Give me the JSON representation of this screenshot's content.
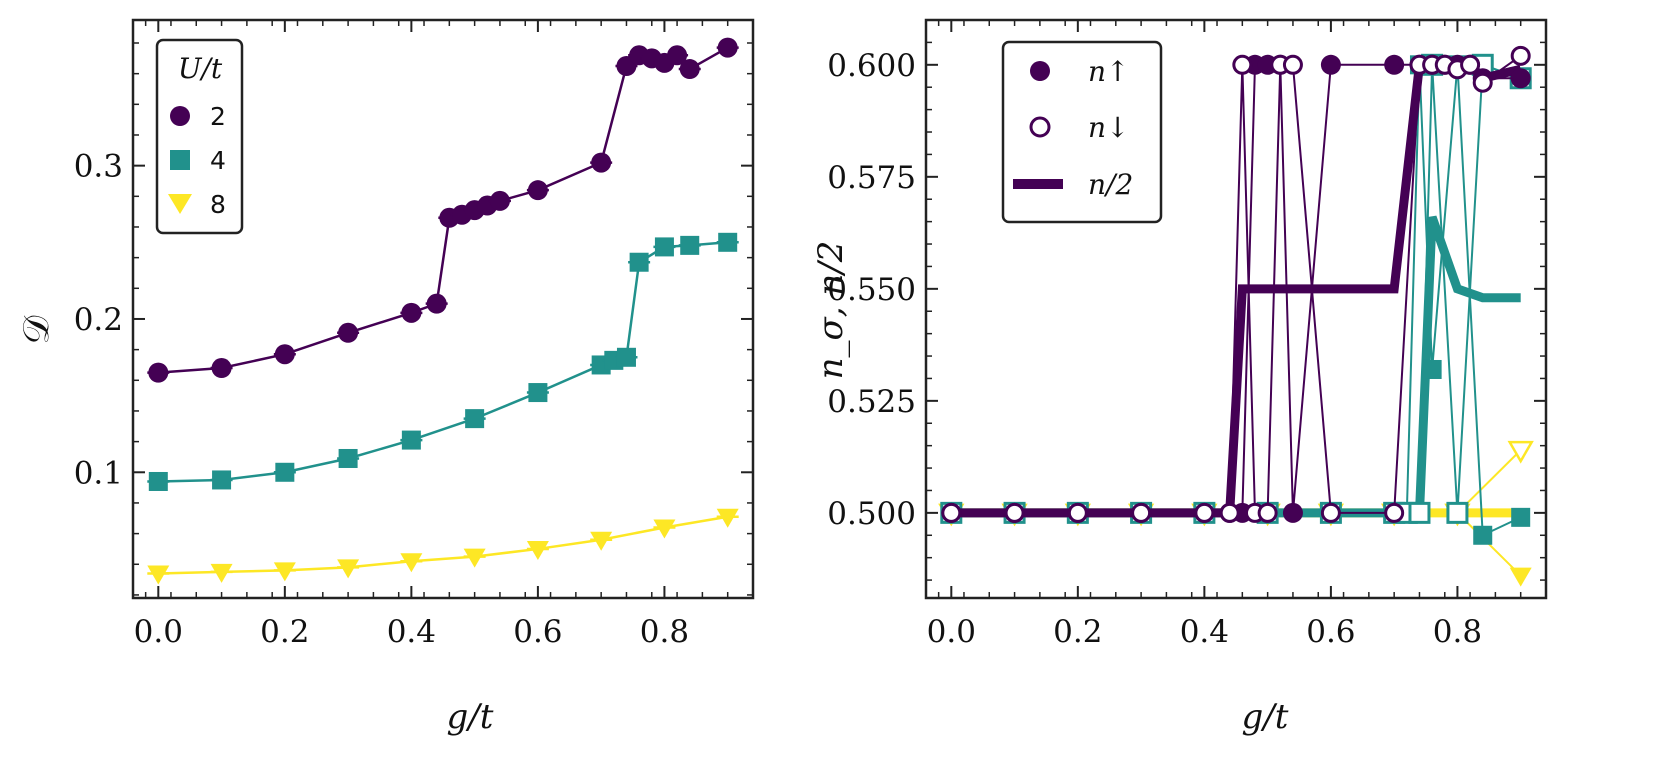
{
  "colors": {
    "u2": "#440154",
    "u4": "#21918c",
    "u8": "#fde725"
  },
  "chart_data": [
    {
      "type": "line",
      "xlabel": "g/t",
      "ylabel": "𝒟",
      "xlim": [
        -0.04,
        0.94
      ],
      "ylim": [
        0.018,
        0.395
      ],
      "xticks": [
        "0.0",
        "0.2",
        "0.4",
        "0.6",
        "0.8"
      ],
      "xtick_values": [
        0.0,
        0.2,
        0.4,
        0.6,
        0.8
      ],
      "yticks": [
        "0.1",
        "0.2",
        "0.3"
      ],
      "ytick_values": [
        0.1,
        0.2,
        0.3
      ],
      "legend": {
        "title": "U/t",
        "placement": "top-left"
      },
      "series": [
        {
          "name": "2",
          "marker": "circle",
          "color_key": "u2",
          "x": [
            0.0,
            0.1,
            0.2,
            0.3,
            0.4,
            0.44,
            0.46,
            0.48,
            0.5,
            0.52,
            0.54,
            0.6,
            0.7,
            0.74,
            0.76,
            0.78,
            0.8,
            0.82,
            0.84,
            0.9
          ],
          "y": [
            0.165,
            0.168,
            0.177,
            0.191,
            0.204,
            0.21,
            0.266,
            0.268,
            0.271,
            0.274,
            0.277,
            0.284,
            0.302,
            0.365,
            0.372,
            0.37,
            0.367,
            0.372,
            0.363,
            0.377
          ]
        },
        {
          "name": "4",
          "marker": "square",
          "color_key": "u4",
          "x": [
            0.0,
            0.1,
            0.2,
            0.3,
            0.4,
            0.5,
            0.6,
            0.7,
            0.72,
            0.74,
            0.76,
            0.8,
            0.84,
            0.9
          ],
          "y": [
            0.094,
            0.095,
            0.1,
            0.109,
            0.121,
            0.135,
            0.152,
            0.17,
            0.173,
            0.175,
            0.237,
            0.247,
            0.248,
            0.25
          ]
        },
        {
          "name": "8",
          "marker": "triangle-down",
          "color_key": "u8",
          "x": [
            0.0,
            0.1,
            0.2,
            0.3,
            0.4,
            0.5,
            0.6,
            0.7,
            0.8,
            0.9
          ],
          "y": [
            0.034,
            0.035,
            0.036,
            0.038,
            0.042,
            0.045,
            0.05,
            0.056,
            0.064,
            0.071
          ]
        }
      ]
    },
    {
      "type": "line",
      "xlabel": "g/t",
      "ylabel": "n_σ, n/2",
      "xlim": [
        -0.04,
        0.94
      ],
      "ylim": [
        0.481,
        0.61
      ],
      "xticks": [
        "0.0",
        "0.2",
        "0.4",
        "0.6",
        "0.8"
      ],
      "xtick_values": [
        0.0,
        0.2,
        0.4,
        0.6,
        0.8
      ],
      "yticks": [
        "0.500",
        "0.525",
        "0.550",
        "0.575",
        "0.600"
      ],
      "ytick_values": [
        0.5,
        0.525,
        0.55,
        0.575,
        0.6
      ],
      "legend": {
        "placement": "top-left",
        "entries": [
          {
            "label": "n↑",
            "style": "filled-circle"
          },
          {
            "label": "n↓",
            "style": "open-circle"
          },
          {
            "label": "n/2",
            "style": "thick-line"
          }
        ]
      },
      "series": [
        {
          "name": "",
          "quantity": "n_up",
          "U_over_t": 2,
          "color_key": "u2",
          "x": [
            0.0,
            0.1,
            0.2,
            0.3,
            0.4,
            0.44,
            0.46,
            0.48,
            0.5,
            0.52,
            0.54,
            0.6,
            0.7,
            0.74,
            0.76,
            0.78,
            0.8,
            0.82,
            0.84,
            0.9
          ],
          "y": [
            0.5,
            0.5,
            0.5,
            0.5,
            0.5,
            0.5,
            0.5,
            0.6,
            0.6,
            0.6,
            0.5,
            0.6,
            0.6,
            0.6,
            0.6,
            0.6,
            0.6,
            0.6,
            0.597,
            0.597
          ]
        },
        {
          "name": "",
          "quantity": "n_down",
          "U_over_t": 2,
          "color_key": "u2",
          "x": [
            0.0,
            0.1,
            0.2,
            0.3,
            0.4,
            0.44,
            0.46,
            0.48,
            0.5,
            0.52,
            0.54,
            0.6,
            0.7,
            0.74,
            0.76,
            0.78,
            0.8,
            0.82,
            0.84,
            0.9
          ],
          "y": [
            0.5,
            0.5,
            0.5,
            0.5,
            0.5,
            0.5,
            0.6,
            0.5,
            0.5,
            0.6,
            0.6,
            0.5,
            0.5,
            0.6,
            0.6,
            0.6,
            0.599,
            0.6,
            0.596,
            0.602
          ]
        },
        {
          "name": "",
          "quantity": "n_half",
          "U_over_t": 2,
          "color_key": "u2",
          "x": [
            0.0,
            0.1,
            0.2,
            0.3,
            0.4,
            0.44,
            0.46,
            0.48,
            0.5,
            0.52,
            0.54,
            0.6,
            0.7,
            0.74,
            0.76,
            0.78,
            0.8,
            0.82,
            0.84,
            0.9
          ],
          "y": [
            0.5,
            0.5,
            0.5,
            0.5,
            0.5,
            0.5,
            0.55,
            0.55,
            0.55,
            0.55,
            0.55,
            0.55,
            0.55,
            0.6,
            0.6,
            0.6,
            0.599,
            0.6,
            0.597,
            0.599
          ]
        },
        {
          "name": "",
          "quantity": "n_up",
          "U_over_t": 4,
          "color_key": "u4",
          "x": [
            0.0,
            0.1,
            0.2,
            0.3,
            0.4,
            0.5,
            0.6,
            0.7,
            0.72,
            0.74,
            0.76,
            0.8,
            0.84,
            0.9
          ],
          "y": [
            0.5,
            0.5,
            0.5,
            0.5,
            0.5,
            0.5,
            0.5,
            0.5,
            0.5,
            0.6,
            0.532,
            0.6,
            0.495,
            0.499
          ]
        },
        {
          "name": "",
          "quantity": "n_down",
          "U_over_t": 4,
          "color_key": "u4",
          "x": [
            0.0,
            0.1,
            0.2,
            0.3,
            0.4,
            0.5,
            0.6,
            0.7,
            0.72,
            0.74,
            0.76,
            0.8,
            0.84,
            0.9
          ],
          "y": [
            0.5,
            0.5,
            0.5,
            0.5,
            0.5,
            0.5,
            0.5,
            0.5,
            0.5,
            0.5,
            0.6,
            0.5,
            0.6,
            0.597
          ]
        },
        {
          "name": "",
          "quantity": "n_half",
          "U_over_t": 4,
          "color_key": "u4",
          "x": [
            0.0,
            0.1,
            0.2,
            0.3,
            0.4,
            0.5,
            0.6,
            0.7,
            0.72,
            0.74,
            0.76,
            0.8,
            0.84,
            0.9
          ],
          "y": [
            0.5,
            0.5,
            0.5,
            0.5,
            0.5,
            0.5,
            0.5,
            0.5,
            0.5,
            0.5,
            0.566,
            0.55,
            0.548,
            0.548
          ]
        },
        {
          "name": "",
          "quantity": "n_up",
          "U_over_t": 8,
          "color_key": "u8",
          "x": [
            0.0,
            0.1,
            0.2,
            0.3,
            0.4,
            0.5,
            0.6,
            0.7,
            0.8,
            0.9
          ],
          "y": [
            0.5,
            0.5,
            0.5,
            0.5,
            0.5,
            0.5,
            0.5,
            0.5,
            0.5,
            0.486
          ]
        },
        {
          "name": "",
          "quantity": "n_down",
          "U_over_t": 8,
          "color_key": "u8",
          "x": [
            0.0,
            0.1,
            0.2,
            0.3,
            0.4,
            0.5,
            0.6,
            0.7,
            0.8,
            0.9
          ],
          "y": [
            0.5,
            0.5,
            0.5,
            0.5,
            0.5,
            0.5,
            0.5,
            0.5,
            0.5,
            0.514
          ]
        },
        {
          "name": "",
          "quantity": "n_half",
          "U_over_t": 8,
          "color_key": "u8",
          "x": [
            0.0,
            0.1,
            0.2,
            0.3,
            0.4,
            0.5,
            0.6,
            0.7,
            0.8,
            0.9
          ],
          "y": [
            0.5,
            0.5,
            0.5,
            0.5,
            0.5,
            0.5,
            0.5,
            0.5,
            0.5,
            0.5
          ]
        }
      ]
    }
  ]
}
